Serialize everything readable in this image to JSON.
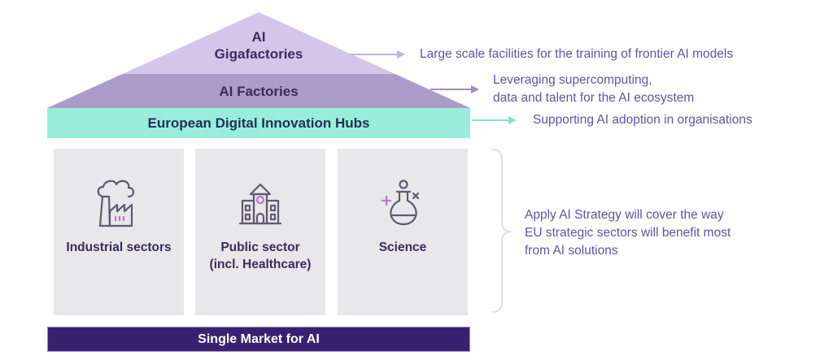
{
  "diagram": {
    "pyramid": {
      "top_tier": {
        "label": "AI\nGigafactories",
        "color": "#D6C5EA"
      },
      "middle_tier": {
        "label": "AI Factories",
        "color": "#AC9CCA"
      },
      "base_tier": {
        "label": "European Digital Innovation Hubs",
        "color": "#99EEDA"
      }
    },
    "annotations": [
      {
        "for": "ai-gigafactories",
        "text": "Large scale facilities for the training of frontier AI models",
        "arrow_color": "#C3B2DF"
      },
      {
        "for": "ai-factories",
        "text": "Leveraging supercomputing,\ndata and talent for the AI ecosystem",
        "arrow_color": "#9C8AC2"
      },
      {
        "for": "edih",
        "text": "Supporting AI adoption in organisations",
        "arrow_color": "#7FE4CD"
      },
      {
        "for": "sectors",
        "text": "Apply AI Strategy will cover the way\nEU strategic sectors will benefit most\nfrom AI solutions"
      }
    ],
    "sectors": [
      {
        "label": "Industrial sectors",
        "icon": "factory-icon"
      },
      {
        "label": "Public sector\n(incl. Healthcare)",
        "icon": "government-building-icon"
      },
      {
        "label": "Science",
        "icon": "flask-icon"
      }
    ],
    "footer": {
      "label": "Single Market for AI",
      "color": "#3A2170"
    }
  },
  "colors": {
    "heading_text": "#3A2B5E",
    "edih_text": "#1F2F57",
    "annotation_text": "#5F55A3",
    "box_background": "#E8E7E9",
    "icon_stroke": "#5F5A73",
    "icon_accent": "#CD6CDC",
    "bracket": "#DFDEE5",
    "footer_text": "#FFFFFF"
  }
}
